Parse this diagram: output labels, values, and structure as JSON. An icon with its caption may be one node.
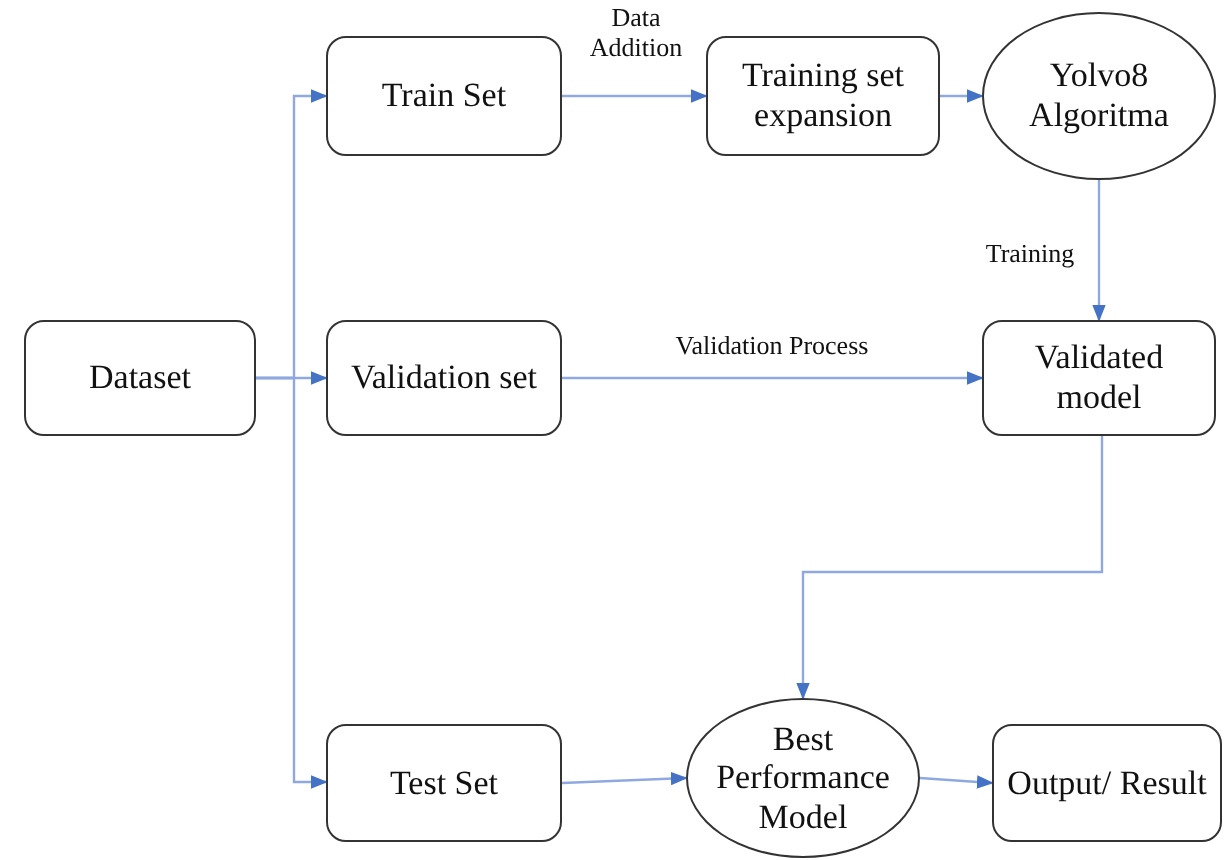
{
  "diagram": {
    "nodes": [
      {
        "text": [
          "Dataset"
        ]
      },
      {
        "text": [
          "Train Set"
        ]
      },
      {
        "text": [
          "Training set expansion"
        ]
      },
      {
        "text": [
          "Yolvo8 Algoritma"
        ]
      },
      {
        "text": [
          "Validation set"
        ]
      },
      {
        "text": [
          "Validated model"
        ]
      },
      {
        "text": [
          "Test Set"
        ]
      },
      {
        "text": [
          "Best Performance Model"
        ]
      },
      {
        "text": [
          "Output/ Result"
        ]
      }
    ],
    "edges": [
      {
        "from": 0,
        "to": 1,
        "arrow": "to"
      },
      {
        "from": 0,
        "to": 4,
        "arrow": "to"
      },
      {
        "from": 0,
        "to": 6,
        "arrow": "to"
      },
      {
        "from": 1,
        "to": 2,
        "arrow": "to",
        "label": "Data Addition"
      },
      {
        "from": 2,
        "to": 3,
        "arrow": "to"
      },
      {
        "from": 3,
        "to": 5,
        "arrow": "to",
        "label": "Training"
      },
      {
        "from": 4,
        "to": 5,
        "arrow": "to",
        "label": "Validation Process"
      },
      {
        "from": 5,
        "to": 7,
        "arrow": "to"
      },
      {
        "from": 6,
        "to": 7,
        "arrow": "to"
      },
      {
        "from": 7,
        "to": 8,
        "arrow": "to"
      }
    ]
  }
}
